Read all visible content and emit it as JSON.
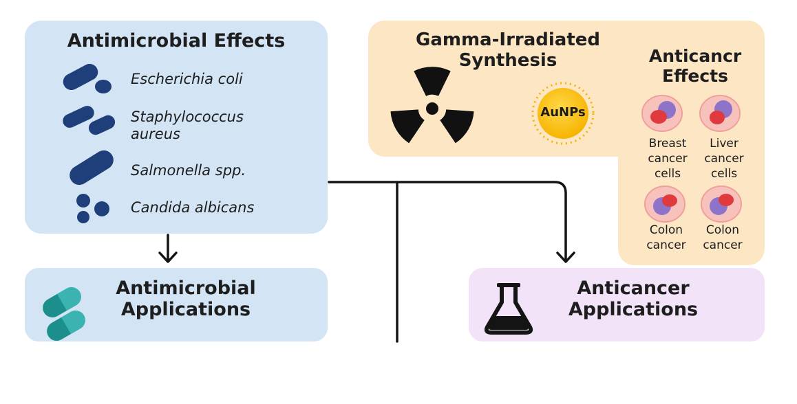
{
  "antimicrobial_effects": {
    "title": "Antimicrobial Effects",
    "organisms": [
      "Escherichia coli",
      "Staphylococcus aureus",
      "Salmonella spp.",
      "Candida albicans"
    ]
  },
  "gamma_synthesis": {
    "title": "Gamma-Irradiated Synthesis",
    "nanoparticle_label": "AuNPs"
  },
  "anticancer_effects": {
    "title": "Anticancr Effects",
    "cells": [
      "Breast cancer cells",
      "Liver cancer cells",
      "Colon cancer",
      "Colon cancer"
    ]
  },
  "antimicrobial_applications": {
    "title": "Antimicrobial Applications"
  },
  "anticancer_applications": {
    "title": "Anticancer Applications"
  },
  "icons": {
    "bacteria": "bacteria-icon",
    "radiation": "radiation-icon",
    "nanoparticle": "gold-nanoparticle-icon",
    "cancer_cell": "cancer-cell-icon",
    "capsule": "capsule-icon",
    "flask": "flask-icon"
  },
  "colors": {
    "blue_panel": "#d3e5f5",
    "orange_panel": "#fde6c4",
    "purple_panel": "#f3e3f8",
    "bacteria": "#1f3f7a",
    "capsule": "#1c8f8c",
    "gold": "#f6b400"
  }
}
